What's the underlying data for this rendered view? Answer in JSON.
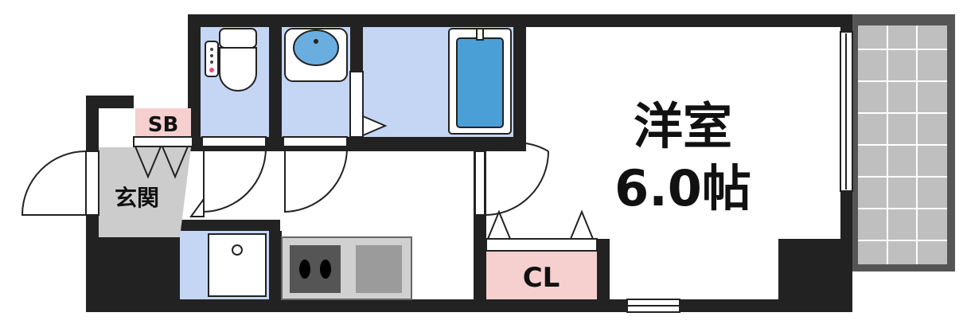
{
  "rooms": {
    "western_room": {
      "name": "洋室",
      "size": "6.0帖"
    },
    "entrance": {
      "name": "玄関"
    },
    "shoe_box": {
      "name": "SB"
    },
    "closet": {
      "name": "CL"
    }
  },
  "colors": {
    "wall": "#222222",
    "wet_area": "#c5d6f5",
    "entrance_floor": "#cccccc",
    "balcony": "#bfbfbf",
    "closet": "#f6cfcf",
    "shoe_box": "#f6cfcf",
    "floor": "#ffffff"
  },
  "fixtures": [
    "toilet-icon",
    "washbasin-icon",
    "bathtub-icon",
    "washing-machine-pan-icon",
    "stove-icon",
    "sink-icon"
  ]
}
